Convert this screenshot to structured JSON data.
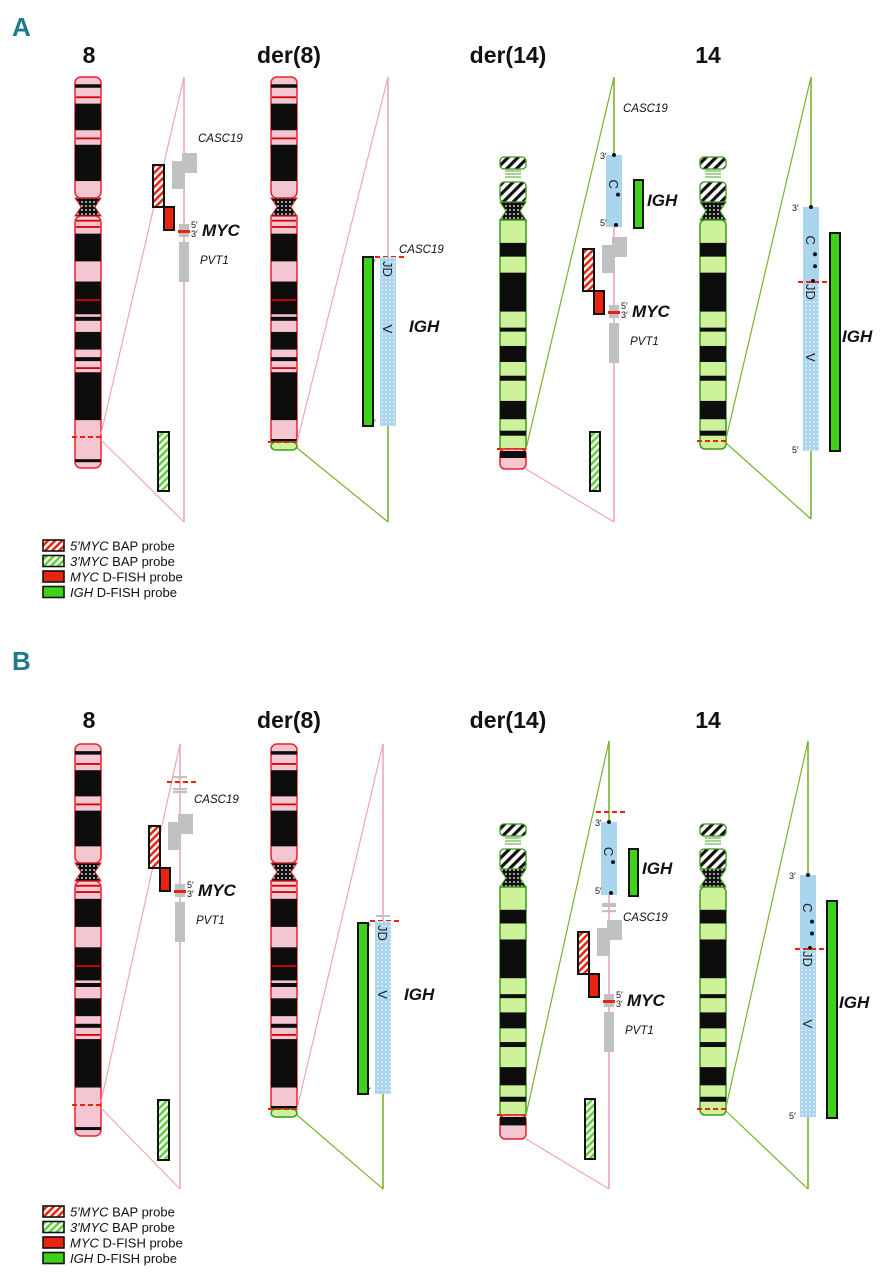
{
  "panels": [
    {
      "letter": "A",
      "titles": [
        "8",
        "der(8)",
        "der(14)",
        "14"
      ],
      "genes": {
        "myc": "MYC",
        "casc19": "CASC19",
        "pvt1": "PVT1",
        "igh": "IGH",
        "five_prime": "5′",
        "three_prime": "3′"
      },
      "segments": {
        "c": "C",
        "jd": "JD",
        "v": "V"
      }
    },
    {
      "letter": "B",
      "titles": [
        "8",
        "der(8)",
        "der(14)",
        "14"
      ],
      "genes": {
        "myc": "MYC",
        "casc19": "CASC19",
        "pvt1": "PVT1",
        "igh": "IGH",
        "five_prime": "5′",
        "three_prime": "3′"
      },
      "segments": {
        "c": "C",
        "jd": "JD",
        "v": "V"
      }
    }
  ],
  "legend": [
    {
      "gene": "5′MYC",
      "text": " BAP probe",
      "swatch": "red-hatched"
    },
    {
      "gene": "3′MYC",
      "text": " BAP probe",
      "swatch": "green-hatched"
    },
    {
      "gene": "MYC",
      "text": " D-FISH probe",
      "swatch": "red-solid"
    },
    {
      "gene": "IGH",
      "text": " D-FISH probe",
      "swatch": "green-solid"
    }
  ],
  "colors": {
    "chr8_fill": "#f4c6d2",
    "chr8_border": "#e8242a",
    "chr14_fill": "#cdf29a",
    "chr14_border": "#3a9a1a",
    "band": "#0d0d0d",
    "pink_line": "#f0a6b8",
    "green_line": "#7ab32e",
    "gene_gray": "#bfc1c2",
    "igh_blue": "#a9d6ee",
    "red_probe": "#e8240f",
    "green_probe": "#3fd21a",
    "panel_letter": "#1f7a8c",
    "break": "#e8240f"
  }
}
